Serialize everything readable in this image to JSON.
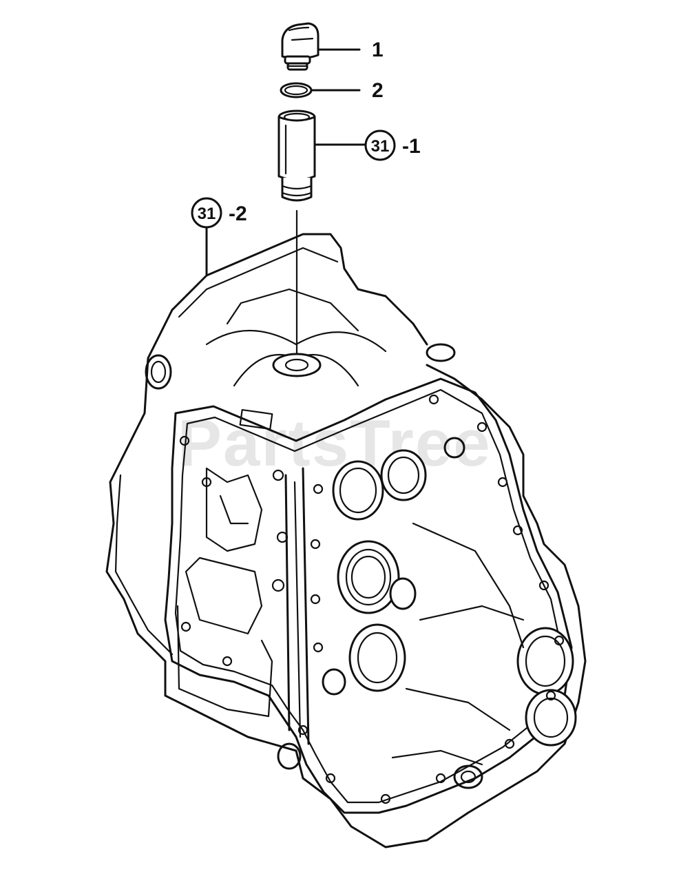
{
  "diagram": {
    "watermark": "PartsTree",
    "callouts": [
      {
        "id": "c1",
        "number": "1",
        "suffix": ""
      },
      {
        "id": "c2",
        "number": "2",
        "suffix": ""
      },
      {
        "id": "c3",
        "number": "31",
        "suffix": "-1"
      },
      {
        "id": "c4",
        "number": "31",
        "suffix": "-2"
      }
    ],
    "parts": [
      {
        "ref": "1",
        "icon": "oil-filler-cap-icon"
      },
      {
        "ref": "2",
        "icon": "o-ring-icon"
      },
      {
        "ref": "31-1",
        "icon": "filler-tube-icon"
      },
      {
        "ref": "31-2",
        "icon": "transmission-case-icon"
      }
    ]
  }
}
